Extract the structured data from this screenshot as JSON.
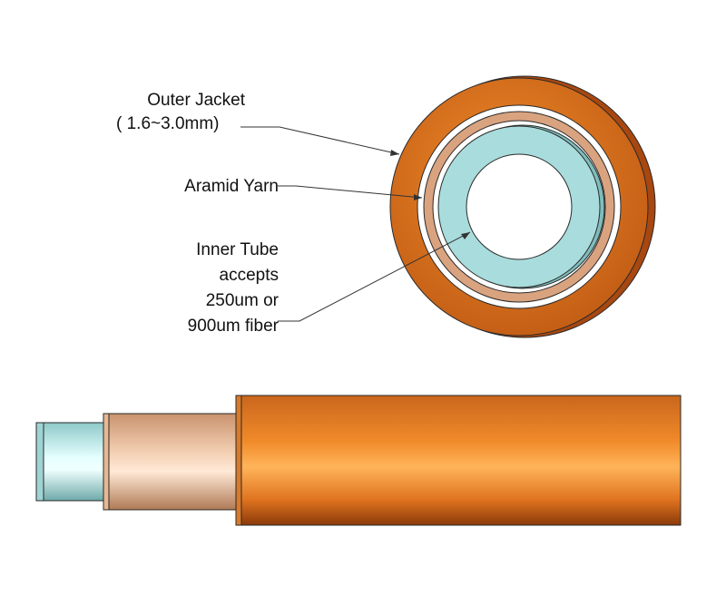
{
  "labels": {
    "outer_jacket": {
      "line1": "Outer Jacket",
      "line2": "( 1.6~3.0mm)"
    },
    "aramid_yarn": "Aramid Yarn",
    "inner_tube": {
      "line1": "Inner Tube",
      "line2": "accepts",
      "line3": "250um or",
      "line4": "900um fiber"
    }
  },
  "colors": {
    "outer_jacket": "#d2691e",
    "outer_jacket_highlight": "#ffb45a",
    "outer_jacket_shadow": "#8a3a0a",
    "aramid_yarn": "#d9a37f",
    "aramid_yarn_highlight": "#ffe9d6",
    "inner_tube": "#a9dcdc",
    "inner_tube_highlight": "#f0ffff",
    "separator": "#ffffff",
    "outline": "#2a2a2a",
    "leader_line": "#333333"
  }
}
